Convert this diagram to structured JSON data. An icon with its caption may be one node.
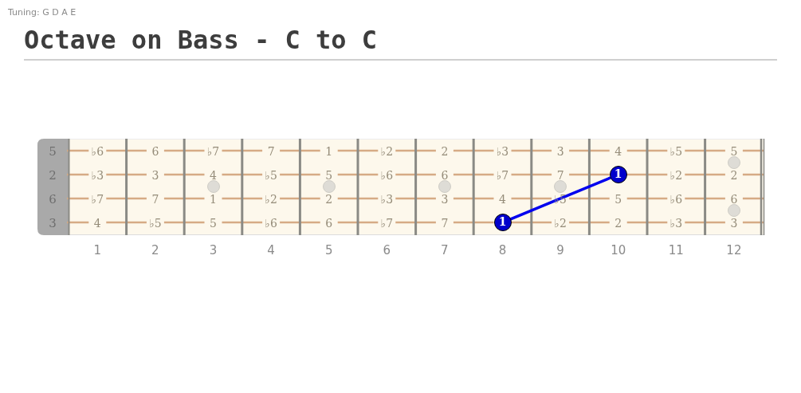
{
  "diagram": {
    "title": "Octave on Bass - C to C",
    "nodes": [
      {
        "text": [
          "1"
        ]
      },
      {
        "text": [
          "1"
        ]
      }
    ],
    "edges": [
      {
        "from": 0,
        "to": 1,
        "arrow": "none"
      }
    ],
    "labels": [
      "Tuning: G D A E",
      "5",
      "♭6",
      "6",
      "♭7",
      "7",
      "1",
      "♭2",
      "2",
      "♭3",
      "3",
      "4",
      "♭5",
      "5",
      "2",
      "♭3",
      "3",
      "4",
      "♭5",
      "5",
      "♭6",
      "6",
      "♭7",
      "7",
      "♭2",
      "2",
      "6",
      "♭7",
      "7",
      "1",
      "♭2",
      "2",
      "♭3",
      "3",
      "4",
      "♭5",
      "5",
      "♭6",
      "6",
      "3",
      "4",
      "♭5",
      "5",
      "♭6",
      "6",
      "♭7",
      "7",
      "♭2",
      "2",
      "♭3",
      "3",
      "1",
      "2",
      "3",
      "4",
      "5",
      "6",
      "7",
      "8",
      "9",
      "10",
      "11",
      "12"
    ]
  }
}
